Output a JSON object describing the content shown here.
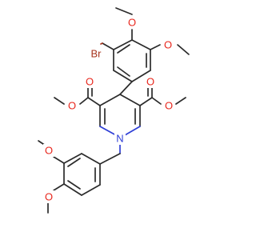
{
  "atom_labels": {
    "br": "Br",
    "oxygen": "O",
    "nitrogen": "N"
  },
  "colors": {
    "bond": "#2b2b2b",
    "oxygen": "#e8261c",
    "nitrogen": "#2f3fd6",
    "bromine": "#a6321b",
    "background": "#ffffff"
  }
}
